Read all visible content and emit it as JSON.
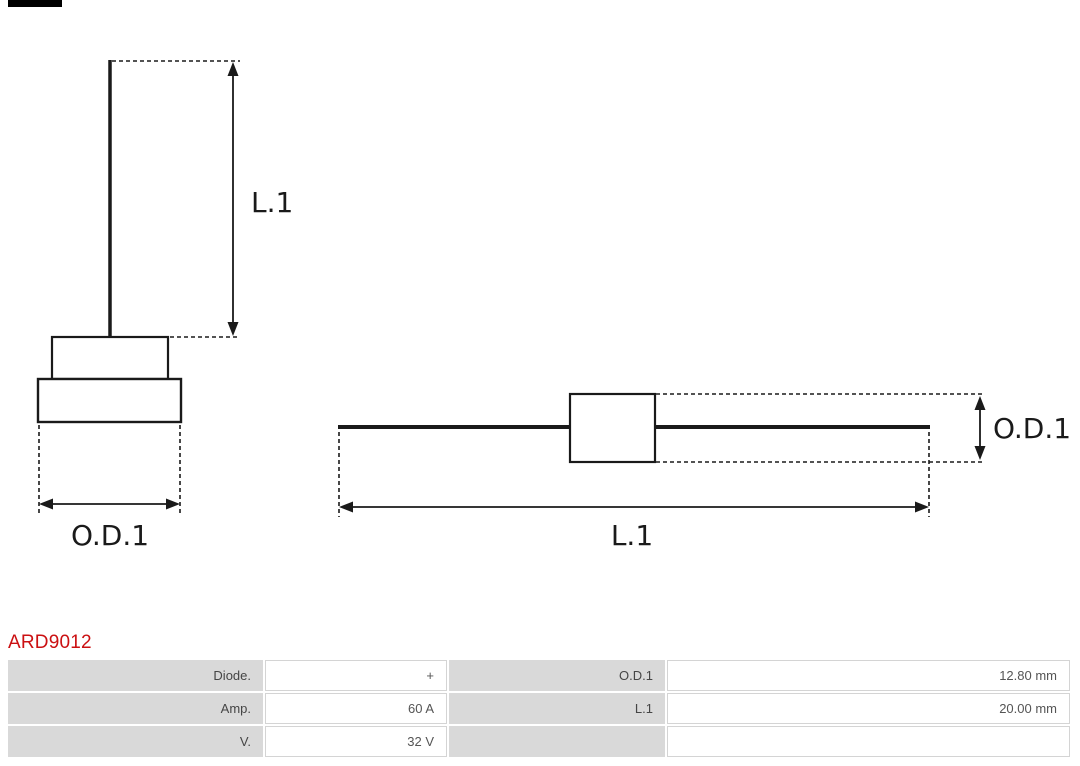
{
  "part": {
    "number": "ARD9012"
  },
  "diagram": {
    "left": {
      "vertical_dim": "L.1",
      "horizontal_dim": "O.D.1"
    },
    "right": {
      "vertical_dim": "O.D.1",
      "horizontal_dim": "L.1"
    }
  },
  "table": {
    "rows": [
      {
        "label1": "Diode.",
        "value1": "+",
        "label2": "O.D.1",
        "value2": "12.80 mm"
      },
      {
        "label1": "Amp.",
        "value1": "60 A",
        "label2": "L.1",
        "value2": "20.00 mm"
      },
      {
        "label1": "V.",
        "value1": "32 V",
        "label2": "",
        "value2": ""
      }
    ]
  },
  "colors": {
    "accent_red": "#cb1012",
    "line": "#1a1a1a",
    "table_label_bg": "#d9d9d9",
    "table_value_border": "#d4d4d4"
  }
}
